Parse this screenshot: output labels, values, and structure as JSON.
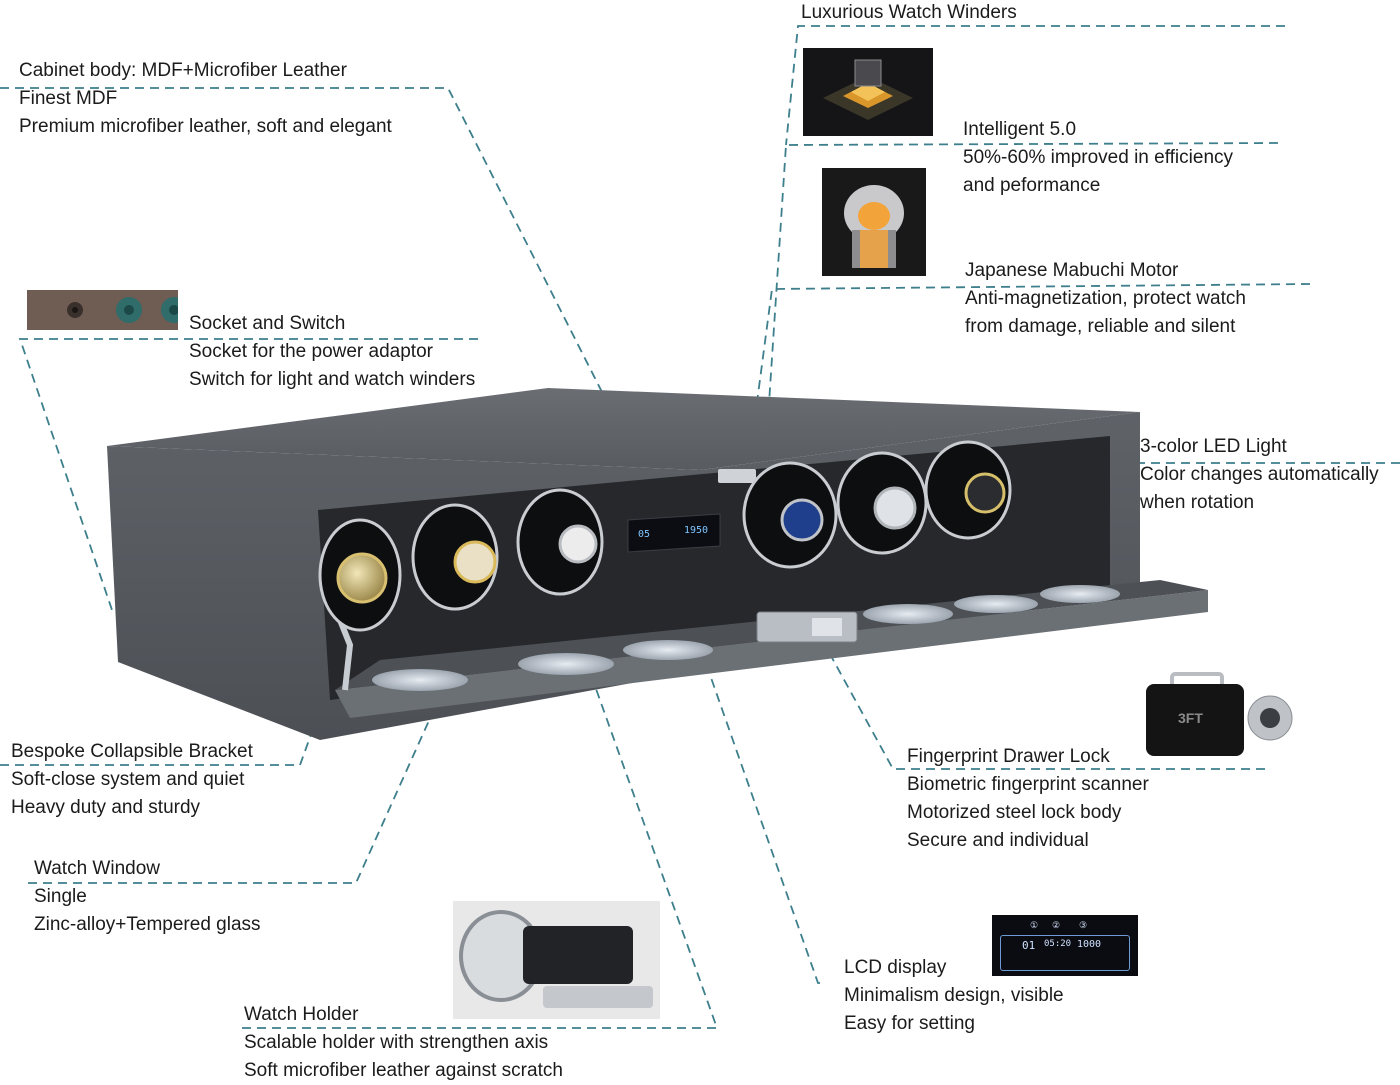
{
  "accent_color": "#3d7f8c",
  "cabinet_color": "#55595e",
  "callouts": {
    "cabinet": [
      "Cabinet body: MDF+Microfiber Leather",
      "Finest MDF",
      "Premium microfiber leather, soft and elegant"
    ],
    "winders": [
      "Luxurious Watch Winders"
    ],
    "intelligent": [
      "Intelligent 5.0",
      "50%-60% improved in efficiency",
      "and peformance"
    ],
    "motor": [
      "Japanese Mabuchi Motor",
      "Anti-magnetization, protect watch",
      "from damage, reliable and silent"
    ],
    "socket": [
      "Socket and Switch",
      "Socket for the power adaptor",
      "Switch for light and watch winders"
    ],
    "led": [
      "3-color LED Light",
      "Color changes automatically",
      "when rotation"
    ],
    "bracket": [
      "Bespoke Collapsible Bracket",
      "Soft-close system and quiet",
      "Heavy duty and sturdy"
    ],
    "lock": [
      "Fingerprint Drawer Lock",
      "Biometric fingerprint scanner",
      "Motorized steel lock body",
      "Secure and individual"
    ],
    "window": [
      "Watch Window",
      "Single",
      "Zinc-alloy+Tempered glass"
    ],
    "lcd": [
      "LCD display",
      "Minimalism design, visible",
      "Easy for setting"
    ],
    "holder": [
      "Watch Holder",
      "Scalable holder with strengthen axis",
      "Soft microfiber leather against scratch"
    ]
  },
  "lock_brand": "3FT",
  "lcd_screen": {
    "left": "01",
    "center": "05:20",
    "right": "1000"
  },
  "lcd_markers": [
    "①",
    "②",
    "③"
  ],
  "cabinet_screen": {
    "left": "05",
    "right": "1950"
  }
}
